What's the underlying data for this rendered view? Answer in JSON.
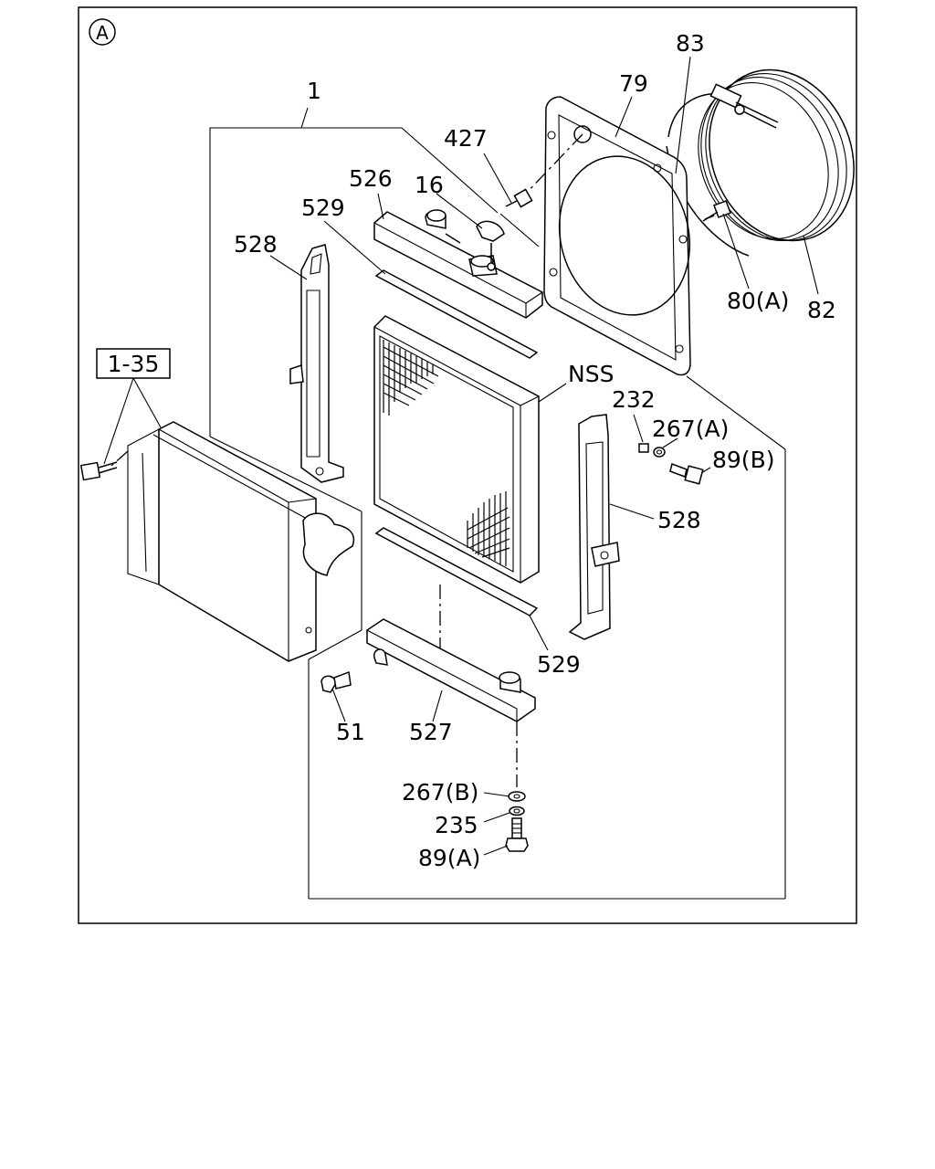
{
  "view_marker": "A",
  "callouts": {
    "c1": "1",
    "c1_35": "1-35",
    "c16": "16",
    "c51": "51",
    "c79": "79",
    "c80a": "80(A)",
    "c82": "82",
    "c83": "83",
    "c89a": "89(A)",
    "c89b": "89(B)",
    "c232": "232",
    "c235": "235",
    "c267a": "267(A)",
    "c267b": "267(B)",
    "c427": "427",
    "c526": "526",
    "c527": "527",
    "c528_left": "528",
    "c528_right": "528",
    "c529_top": "529",
    "c529_bottom": "529",
    "nss": "NSS"
  },
  "parts": [
    {
      "ref": "1",
      "name": "radiator assembly"
    },
    {
      "ref": "16",
      "name": "radiator cap"
    },
    {
      "ref": "51",
      "name": "drain cock"
    },
    {
      "ref": "79",
      "name": "fan shroud"
    },
    {
      "ref": "80(A)",
      "name": "bolt"
    },
    {
      "ref": "82",
      "name": "fan ring"
    },
    {
      "ref": "83",
      "name": "clamp"
    },
    {
      "ref": "89(A)",
      "name": "bolt"
    },
    {
      "ref": "89(B)",
      "name": "bolt"
    },
    {
      "ref": "232",
      "name": "nut"
    },
    {
      "ref": "235",
      "name": "washer"
    },
    {
      "ref": "267(A)",
      "name": "washer"
    },
    {
      "ref": "267(B)",
      "name": "washer"
    },
    {
      "ref": "427",
      "name": "bolt"
    },
    {
      "ref": "526",
      "name": "upper tank"
    },
    {
      "ref": "527",
      "name": "lower tank"
    },
    {
      "ref": "528",
      "name": "side bracket"
    },
    {
      "ref": "529",
      "name": "gasket"
    },
    {
      "ref": "NSS",
      "name": "core"
    },
    {
      "ref": "1-35",
      "name": "intercooler"
    }
  ]
}
